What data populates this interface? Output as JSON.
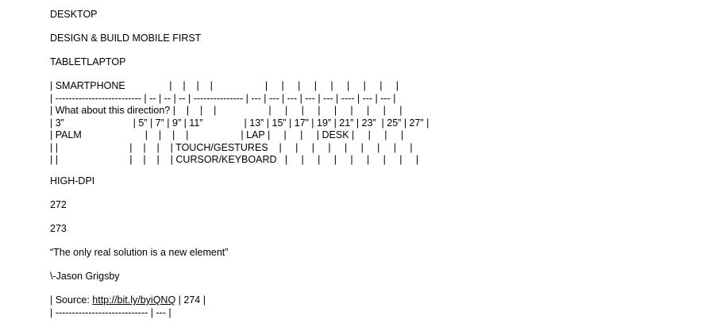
{
  "lines": {
    "desktop": "DESKTOP",
    "mobile_first": "DESIGN & BUILD MOBILE FIRST",
    "tablet_laptop": "TABLETLAPTOP",
    "high_dpi": "HIGH-DPI",
    "slide_272": "272",
    "slide_273": "273",
    "quote": "“The only real solution is a new element”",
    "attribution": "\\-Jason Grigsby"
  },
  "device_table": {
    "rows": [
      "| SMARTPHONE                |    |    |    |                   |     |     |     |     |     |     |     |     |",
      "| -------------------------- | -- | -- | -- | --------------- | --- | --- | --- | --- | --- | ---- | --- | --- |",
      "| What about this direction? |    |    |    |                   |     |     |     |     |     |     |     |     |",
      "| 3”                         | 5” | 7” | 9” | 11”               | 13” | 15” | 17” | 19” | 21” | 23”  | 25” | 27” |",
      "| PALM                       |    |    |    |                   | LAP |     |     |     | DESK |     |     |     |",
      "| |                          |    |    |    | TOUCH/GESTURES    |     |     |     |     |     |     |     |     |",
      "| |                          |    |    |    | CURSOR/KEYBOARD   |     |     |     |     |     |     |     |     |"
    ]
  },
  "source_table": {
    "row_prefix": "| Source: ",
    "link_text": "http://bit.ly/byiQNQ",
    "row_suffix": " | 274 |",
    "divider": "| ---------------------------- | --- |"
  }
}
